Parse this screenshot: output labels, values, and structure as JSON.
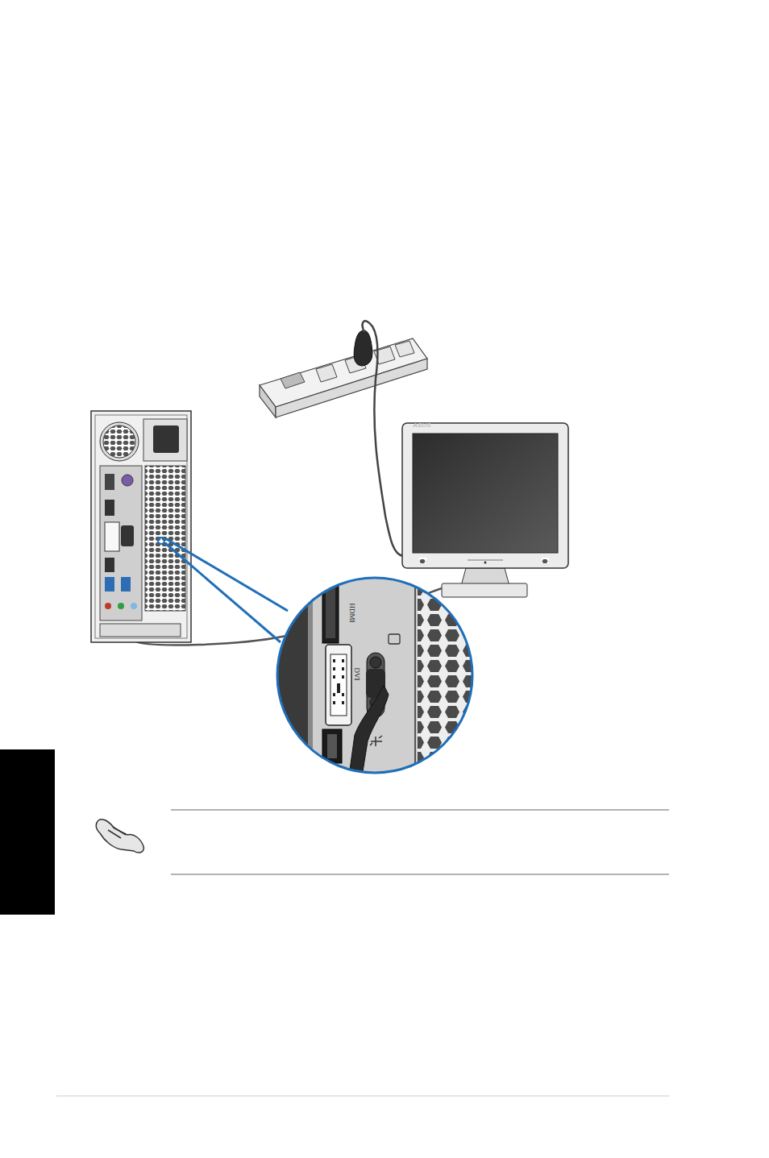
{
  "diagram": {
    "labels": [
      "ASUS",
      "HDMI",
      "DVI"
    ]
  }
}
